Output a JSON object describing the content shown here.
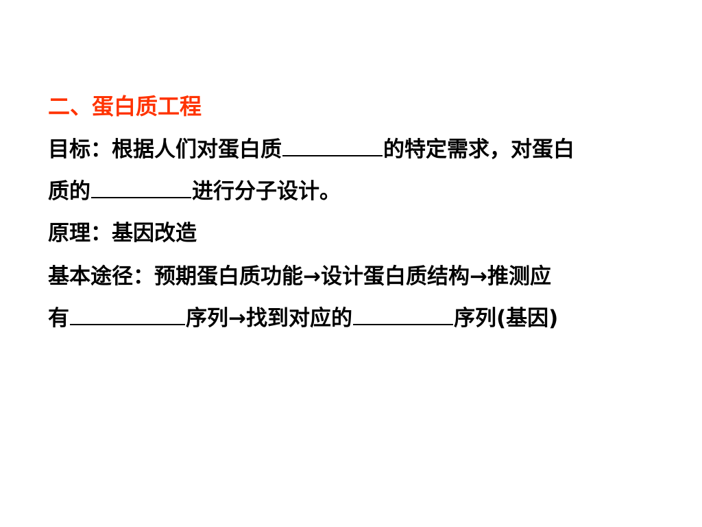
{
  "colors": {
    "heading": "#ff3300",
    "text": "#000000",
    "background": "#ffffff"
  },
  "heading": "二、蛋白质工程",
  "lines": {
    "goal_a": "目标：根据人们对蛋白质",
    "goal_b": "的特定需求，对蛋白",
    "goal_c": "质的",
    "goal_d": "进行分子设计。",
    "principle": "原理：基因改造",
    "route_a": "基本途径：预期蛋白质功能→设计蛋白质结构→推测应",
    "route_b": "有",
    "route_c": "序列→找到对应的",
    "route_d": "序列(基因)"
  }
}
